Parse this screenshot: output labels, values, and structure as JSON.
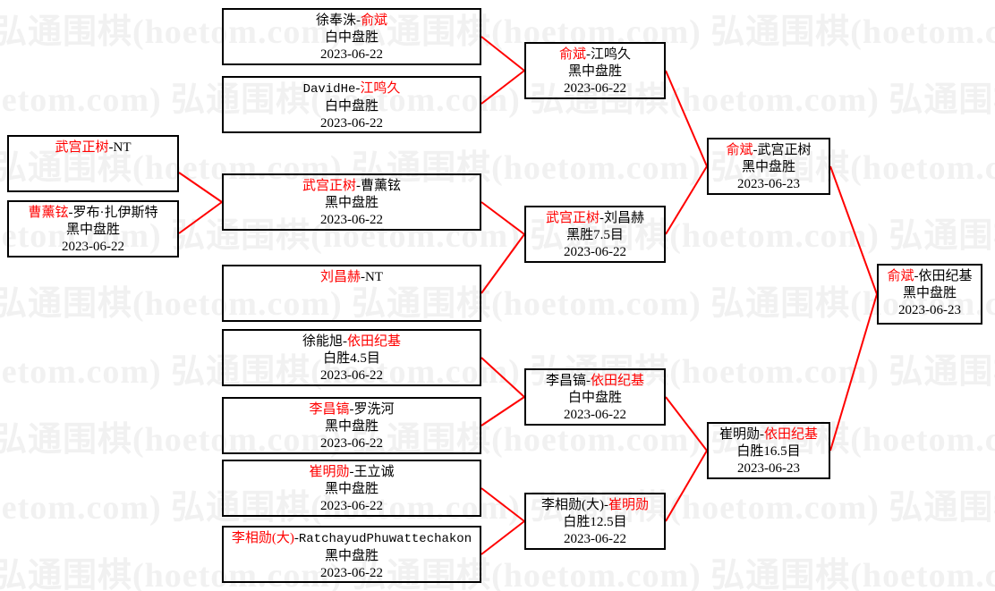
{
  "page": {
    "title": "围棋比赛对阵表",
    "watermark_text": "弘通围棋(hoetom.com)",
    "watermark_color": "#f1f1f1",
    "win_color": "#ff0000",
    "line_color": "#ff0000",
    "box_border_color": "#000000",
    "background_color": "#ffffff"
  },
  "rounds": [
    {
      "name": "round-1-left",
      "matches": [
        {
          "id": "r1-m1",
          "winner": "武宫正树",
          "separator": "-",
          "loser": "NT",
          "result": "",
          "date": ""
        },
        {
          "id": "r1-m2",
          "winner": "曹薰铉",
          "separator": "-",
          "loser": "罗布·扎伊斯特",
          "result": "黑中盘胜",
          "date": "2023-06-22"
        }
      ]
    },
    {
      "name": "round-1",
      "matches": [
        {
          "id": "r1-a",
          "winner": "俞斌",
          "separator": "-",
          "loser": "徐奉洙",
          "winner_side": "right",
          "display_left": "徐奉洙",
          "display_right": "俞斌",
          "result": "白中盘胜",
          "date": "2023-06-22"
        },
        {
          "id": "r1-b",
          "winner": "江鸣久",
          "separator": "-",
          "loser": "DavidHe",
          "winner_side": "right",
          "display_left": "DavidHe",
          "display_right": "江鸣久",
          "result": "白中盘胜",
          "date": "2023-06-22"
        },
        {
          "id": "r1-c",
          "winner": "武宫正树",
          "separator": "-",
          "loser": "曹薰铉",
          "winner_side": "left",
          "display_left": "武宫正树",
          "display_right": "曹薰铉",
          "result": "黑中盘胜",
          "date": "2023-06-22"
        },
        {
          "id": "r1-d",
          "winner": "刘昌赫",
          "separator": "-",
          "loser": "NT",
          "winner_side": "left",
          "display_left": "刘昌赫",
          "display_right": "NT",
          "result": "",
          "date": ""
        },
        {
          "id": "r1-e",
          "winner": "依田纪基",
          "separator": "-",
          "loser": "徐能旭",
          "winner_side": "right",
          "display_left": "徐能旭",
          "display_right": "依田纪基",
          "result": "白胜4.5目",
          "date": "2023-06-22"
        },
        {
          "id": "r1-f",
          "winner": "李昌镐",
          "separator": "-",
          "loser": "罗洗河",
          "winner_side": "left",
          "display_left": "李昌镐",
          "display_right": "罗洗河",
          "result": "黑中盘胜",
          "date": "2023-06-22"
        },
        {
          "id": "r1-g",
          "winner": "崔明勋",
          "separator": "-",
          "loser": "王立诚",
          "winner_side": "left",
          "display_left": "崔明勋",
          "display_right": "王立诚",
          "result": "黑中盘胜",
          "date": "2023-06-22"
        },
        {
          "id": "r1-h",
          "winner": "李相勋(大)",
          "separator": "-",
          "loser": "RatchayudPhuwattechakon",
          "winner_side": "left",
          "display_left": "李相勋(大)",
          "display_right": "RatchayudPhuwattechakon",
          "result": "黑中盘胜",
          "date": "2023-06-22"
        }
      ]
    },
    {
      "name": "round-2",
      "matches": [
        {
          "id": "r2-a",
          "winner_side": "left",
          "display_left": "俞斌",
          "display_right": "江鸣久",
          "result": "黑中盘胜",
          "date": "2023-06-22"
        },
        {
          "id": "r2-b",
          "winner_side": "left",
          "display_left": "武宫正树",
          "display_right": "刘昌赫",
          "result": "黑胜7.5目",
          "date": "2023-06-22"
        },
        {
          "id": "r2-c",
          "winner_side": "right",
          "display_left": "李昌镐",
          "display_right": "依田纪基",
          "result": "白中盘胜",
          "date": "2023-06-22"
        },
        {
          "id": "r2-d",
          "winner_side": "right",
          "display_left": "李相勋(大)",
          "display_right": "崔明勋",
          "result": "白胜12.5目",
          "date": "2023-06-22"
        }
      ]
    },
    {
      "name": "semifinal",
      "matches": [
        {
          "id": "sf-a",
          "winner_side": "left",
          "display_left": "俞斌",
          "display_right": "武宫正树",
          "result": "黑中盘胜",
          "date": "2023-06-23"
        },
        {
          "id": "sf-b",
          "winner_side": "right",
          "display_left": "崔明勋",
          "display_right": "依田纪基",
          "result": "白胜16.5目",
          "date": "2023-06-23"
        }
      ]
    },
    {
      "name": "final",
      "matches": [
        {
          "id": "f-a",
          "winner_side": "left",
          "display_left": "俞斌",
          "display_right": "依田纪基",
          "result": "黑中盘胜",
          "date": "2023-06-23"
        }
      ]
    }
  ]
}
